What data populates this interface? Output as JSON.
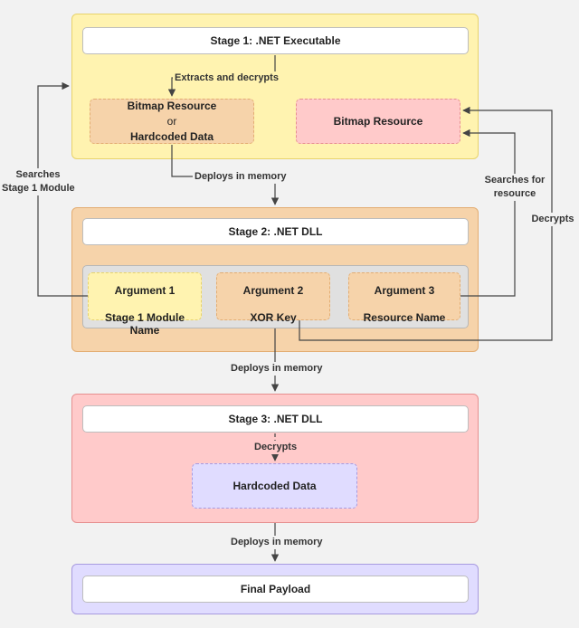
{
  "stage1": {
    "title": "Stage 1: .NET Executable",
    "left_box": {
      "line1": "Bitmap Resource",
      "line2": "or",
      "line3": "Hardcoded Data"
    },
    "right_box": "Bitmap Resource"
  },
  "stage2": {
    "title": "Stage 2: .NET DLL",
    "args": [
      {
        "title": "Argument 1",
        "value": "Stage 1 Module Name"
      },
      {
        "title": "Argument 2",
        "value": "XOR Key"
      },
      {
        "title": "Argument 3",
        "value": "Resource Name"
      }
    ]
  },
  "stage3": {
    "title": "Stage 3: .NET DLL",
    "box": "Hardcoded Data"
  },
  "final": {
    "title": "Final Payload"
  },
  "labels": {
    "extracts": "Extracts and decrypts",
    "deploys1": "Deploys in memory",
    "deploys2": "Deploys in memory",
    "deploys3": "Deploys in memory",
    "decrypts_stage3": "Decrypts",
    "searches_left": [
      "Searches",
      "Stage 1 Module"
    ],
    "searches_right": [
      "Searches for",
      "resource"
    ],
    "decrypts_right": "Decrypts"
  },
  "colors": {
    "stage1_fill": "#fff3b0",
    "stage1_border": "#e8d36a",
    "stage2_fill": "#f6d3aa",
    "stage2_border": "#e3ad72",
    "stage3_fill": "#ffcaca",
    "stage3_border": "#e68f8f",
    "final_fill": "#e0dcff",
    "final_border": "#a79ae0",
    "line": "#444444"
  }
}
